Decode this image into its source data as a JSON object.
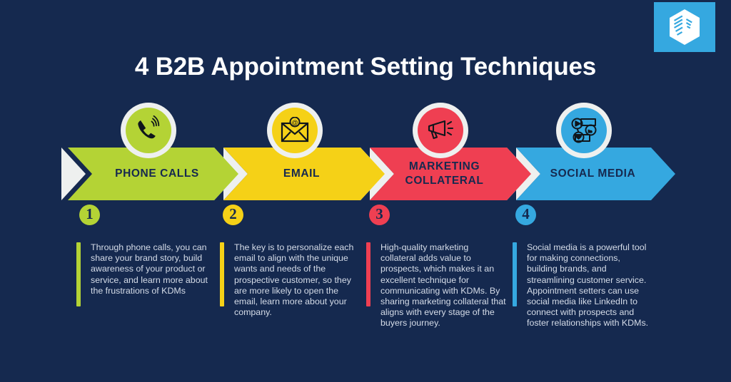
{
  "background_color": "#15294f",
  "logo": {
    "name": "brand-logo",
    "background_color": "#35a8e0",
    "mark_color": "#ffffff",
    "icon": "hexagon-cube-icon"
  },
  "header": {
    "title": "4 B2B Appointment Setting Techniques",
    "title_color": "#ffffff"
  },
  "steps": [
    {
      "number": "1",
      "label": "PHONE CALLS",
      "label_lines": [
        "PHONE CALLS"
      ],
      "color": "#b4d335",
      "icon": "phone-call-icon",
      "description": "Through phone calls, you can share your brand story, build awareness of your product or service, and learn more about the frustrations of KDMs"
    },
    {
      "number": "2",
      "label": "EMAIL",
      "label_lines": [
        "EMAIL"
      ],
      "color": "#f5d117",
      "icon": "email-envelope-icon",
      "description": "The key is to personalize each email to align with the unique wants and needs of the prospective customer, so they are more likely to open the email, learn more about your company."
    },
    {
      "number": "3",
      "label": "MARKETING COLLATERAL",
      "label_lines": [
        "MARKETING",
        "COLLATERAL"
      ],
      "color": "#ef3f52",
      "icon": "megaphone-icon",
      "description": "High-quality marketing collateral adds value to prospects, which makes it an excellent technique for communicating with KDMs. By sharing marketing collateral that aligns with every stage of the buyers journey."
    },
    {
      "number": "4",
      "label": "SOCIAL MEDIA",
      "label_lines": [
        "SOCIAL MEDIA"
      ],
      "color": "#35a8e0",
      "icon": "social-media-icon",
      "description": "Social media is a powerful tool for making connections, building brands, and streamlining customer service. Appointment setters can use social media like LinkedIn to connect with prospects and foster relationships with KDMs."
    }
  ],
  "divider_color": "#eef0ef",
  "text_color": "#d5dce8"
}
